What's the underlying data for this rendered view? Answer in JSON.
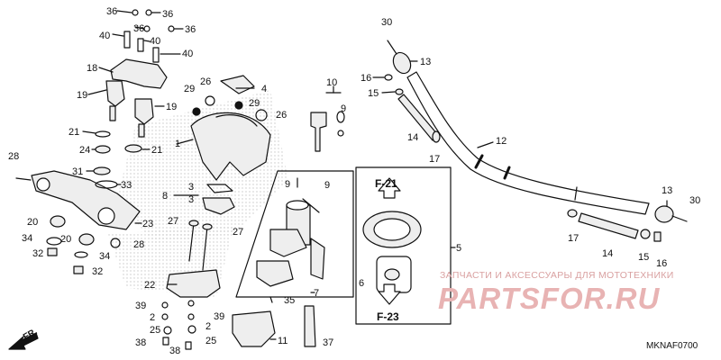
{
  "diagram": {
    "code": "MKNAF0700",
    "colors": {
      "ink": "#111111",
      "fill": "#eeeeee",
      "brand": "#e2a1a1"
    },
    "callouts": [
      {
        "id": "c1",
        "text": "36"
      },
      {
        "id": "c2",
        "text": "36"
      },
      {
        "id": "c3",
        "text": "36"
      },
      {
        "id": "c4",
        "text": "36"
      },
      {
        "id": "c5",
        "text": "40"
      },
      {
        "id": "c6",
        "text": "40"
      },
      {
        "id": "c7",
        "text": "40"
      },
      {
        "id": "c8",
        "text": "18"
      },
      {
        "id": "c9",
        "text": "19"
      },
      {
        "id": "c10",
        "text": "19"
      },
      {
        "id": "c11",
        "text": "21"
      },
      {
        "id": "c12",
        "text": "21"
      },
      {
        "id": "c13",
        "text": "24"
      },
      {
        "id": "c14",
        "text": "29"
      },
      {
        "id": "c15",
        "text": "29"
      },
      {
        "id": "c16",
        "text": "26"
      },
      {
        "id": "c17",
        "text": "26"
      },
      {
        "id": "c18",
        "text": "4"
      },
      {
        "id": "c19",
        "text": "1"
      },
      {
        "id": "c20",
        "text": "10"
      },
      {
        "id": "c21",
        "text": "9"
      },
      {
        "id": "c22",
        "text": "9"
      },
      {
        "id": "c23",
        "text": "9"
      },
      {
        "id": "c24",
        "text": "28"
      },
      {
        "id": "c25",
        "text": "31"
      },
      {
        "id": "c26",
        "text": "33"
      },
      {
        "id": "c27",
        "text": "8"
      },
      {
        "id": "c28",
        "text": "3"
      },
      {
        "id": "c29",
        "text": "3"
      },
      {
        "id": "c30",
        "text": "20"
      },
      {
        "id": "c31",
        "text": "20"
      },
      {
        "id": "c32",
        "text": "23"
      },
      {
        "id": "c33",
        "text": "34"
      },
      {
        "id": "c34",
        "text": "34"
      },
      {
        "id": "c35",
        "text": "28"
      },
      {
        "id": "c36",
        "text": "32"
      },
      {
        "id": "c37",
        "text": "32"
      },
      {
        "id": "c38",
        "text": "27"
      },
      {
        "id": "c39",
        "text": "27"
      },
      {
        "id": "c40",
        "text": "22"
      },
      {
        "id": "c41",
        "text": "39"
      },
      {
        "id": "c42",
        "text": "39"
      },
      {
        "id": "c43",
        "text": "2"
      },
      {
        "id": "c44",
        "text": "2"
      },
      {
        "id": "c45",
        "text": "25"
      },
      {
        "id": "c46",
        "text": "25"
      },
      {
        "id": "c47",
        "text": "38"
      },
      {
        "id": "c48",
        "text": "38"
      },
      {
        "id": "c49",
        "text": "11"
      },
      {
        "id": "c50",
        "text": "35"
      },
      {
        "id": "c51",
        "text": "7"
      },
      {
        "id": "c52",
        "text": "6"
      },
      {
        "id": "c53",
        "text": "37"
      },
      {
        "id": "c54",
        "text": "F-21"
      },
      {
        "id": "c55",
        "text": "F-23"
      },
      {
        "id": "c56",
        "text": "5"
      },
      {
        "id": "c57",
        "text": "30"
      },
      {
        "id": "c58",
        "text": "13"
      },
      {
        "id": "c59",
        "text": "16"
      },
      {
        "id": "c60",
        "text": "15"
      },
      {
        "id": "c61",
        "text": "14"
      },
      {
        "id": "c62",
        "text": "17"
      },
      {
        "id": "c63",
        "text": "12"
      },
      {
        "id": "c64",
        "text": "13"
      },
      {
        "id": "c65",
        "text": "30"
      },
      {
        "id": "c66",
        "text": "17"
      },
      {
        "id": "c67",
        "text": "14"
      },
      {
        "id": "c68",
        "text": "15"
      },
      {
        "id": "c69",
        "text": "16"
      },
      {
        "id": "c70",
        "text": "FR."
      }
    ]
  },
  "watermark": {
    "line": "ЗАПЧАСТИ И АКСЕССУАРЫ ДЛЯ МОТОТЕХНИКИ",
    "logo": "PARTSFOR.RU"
  }
}
